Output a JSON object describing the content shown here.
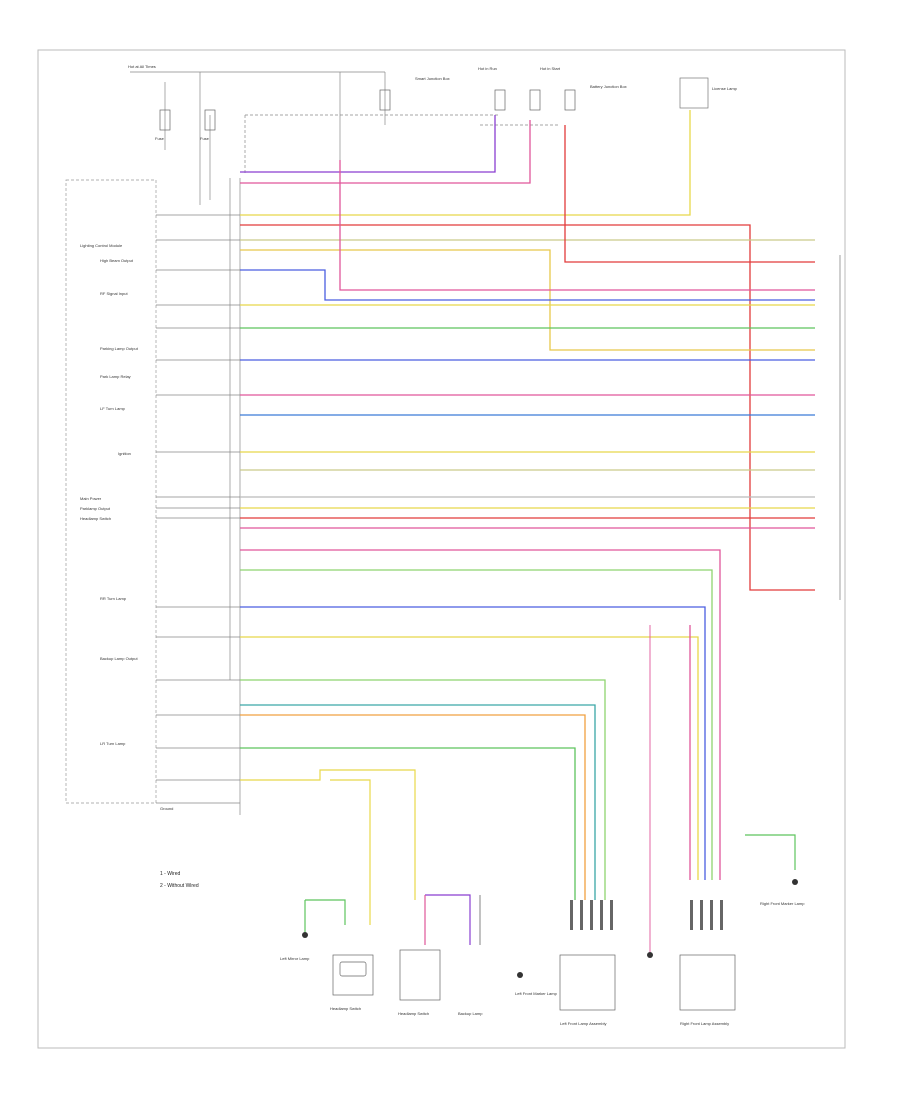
{
  "diagram": {
    "footer_ref": "",
    "legend": [
      "1 - Wired",
      "2 - Without Wired"
    ],
    "module_labels": [
      "Lighting Control Module",
      "High Beam Output",
      "RF Signal Input",
      "Parking Lamp Output",
      "Park Lamp Relay",
      "LF Turn Lamp",
      "Ignition",
      "Main Power",
      "Parklamp Output",
      "Headlamp Switch",
      "RR Turn Lamp",
      "Backup Lamp Output",
      "LR Turn Lamp",
      "Ground"
    ],
    "components": [
      "Hot at All Times",
      "Fuse",
      "Fuse",
      "Smart Junction Box",
      "Hot in Run",
      "Hot in Start",
      "Battery Junction Box",
      "License Lamp",
      "Left Mirror Lamp",
      "Headlamp Switch",
      "Headlamp Switch",
      "Backup Lamp",
      "Left Front Lamp Assembly",
      "Right Front Lamp Assembly",
      "Left Front Marker Lamp",
      "Right Front Marker Lamp"
    ],
    "wire_colors": {
      "violet": "#8a3fd1",
      "pink": "#e0569a",
      "red": "#e23b3b",
      "yellow": "#e8d84a",
      "green": "#5ec45e",
      "blue": "#4a5ee0",
      "lightgreen": "#8ed46f",
      "brown": "#b58a5a",
      "orange": "#f0a040",
      "gray": "#999999",
      "teal": "#3aa6a6",
      "lightblue": "#6fb0e6"
    }
  }
}
